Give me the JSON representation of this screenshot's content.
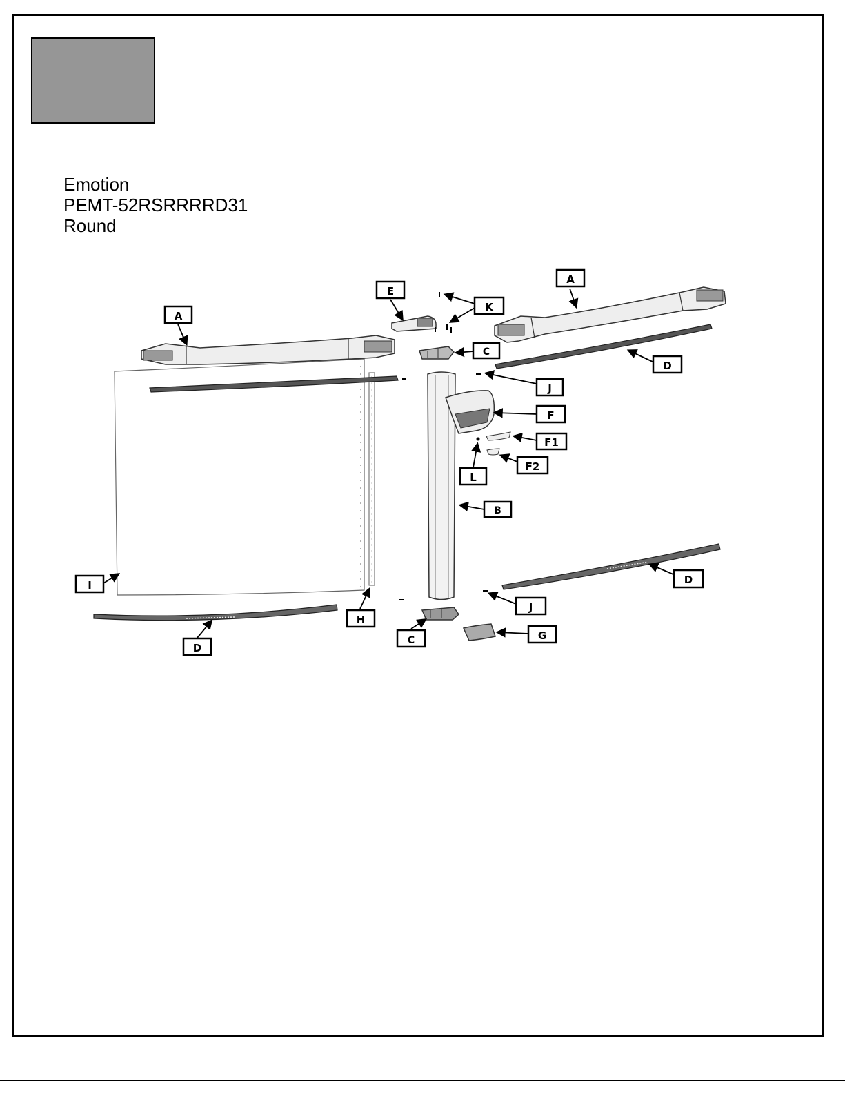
{
  "header": {
    "line1": "Emotion",
    "line2": "PEMT-52RSRRRRD31",
    "line3": "Round"
  },
  "labels": {
    "a1": "A",
    "a2": "A",
    "e": "E",
    "k": "K",
    "c_top": "C",
    "d_top": "D",
    "j_top": "J",
    "f": "F",
    "f1": "F1",
    "f2": "F2",
    "l": "L",
    "b": "B",
    "d_right": "D",
    "i": "I",
    "j_bottom": "J",
    "h": "H",
    "d_bottom": "D",
    "c_bottom": "C",
    "g": "G"
  },
  "colors": {
    "frame": "#000000",
    "swatch": "#969696",
    "part_fill": "#eeeeee",
    "part_dark": "#555555"
  }
}
